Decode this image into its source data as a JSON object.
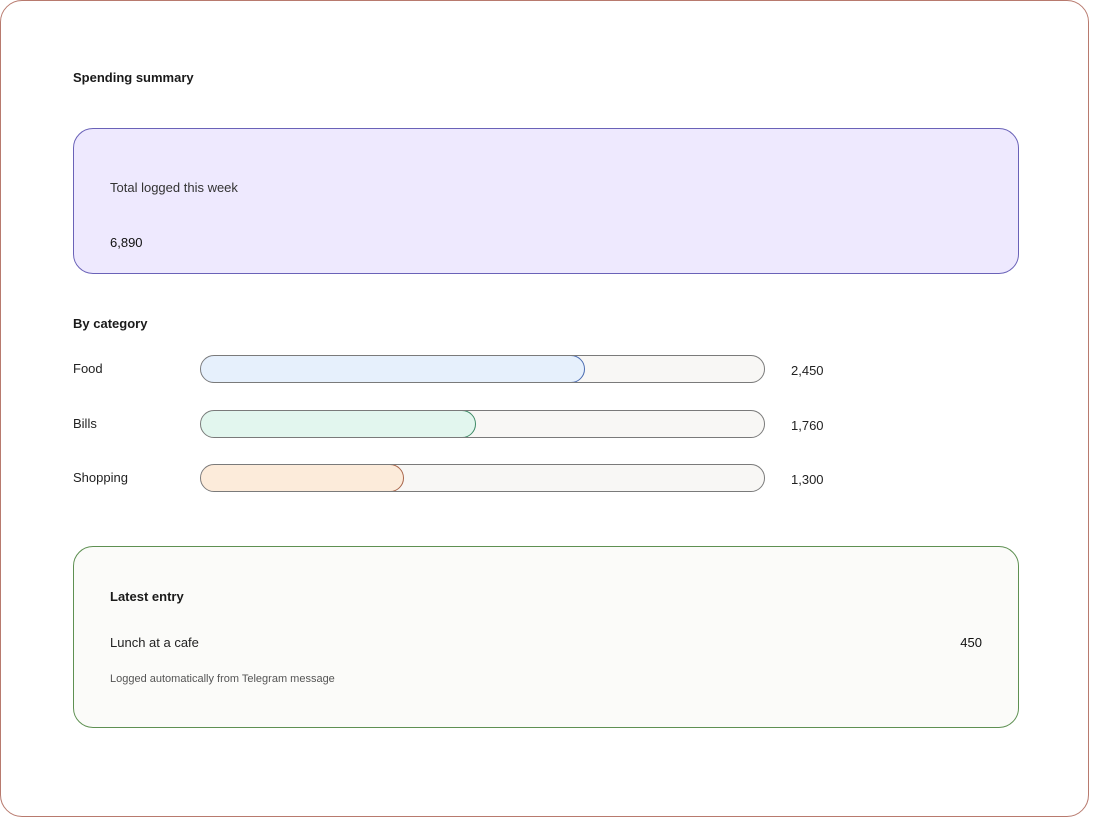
{
  "page": {
    "title": "Spending summary"
  },
  "total": {
    "label": "Total logged this week",
    "value": "6,890"
  },
  "categories": {
    "title": "By category",
    "max": 3600,
    "items": [
      {
        "label": "Food",
        "value": 2450,
        "value_text": "2,450",
        "color": "#e6f0fc"
      },
      {
        "label": "Bills",
        "value": 1760,
        "value_text": "1,760",
        "color": "#e2f6ee"
      },
      {
        "label": "Shopping",
        "value": 1300,
        "value_text": "1,300",
        "color": "#fcebda"
      }
    ]
  },
  "latest": {
    "title": "Latest entry",
    "item": "Lunch at a cafe",
    "amount": "450",
    "note": "Logged automatically from Telegram message"
  }
}
